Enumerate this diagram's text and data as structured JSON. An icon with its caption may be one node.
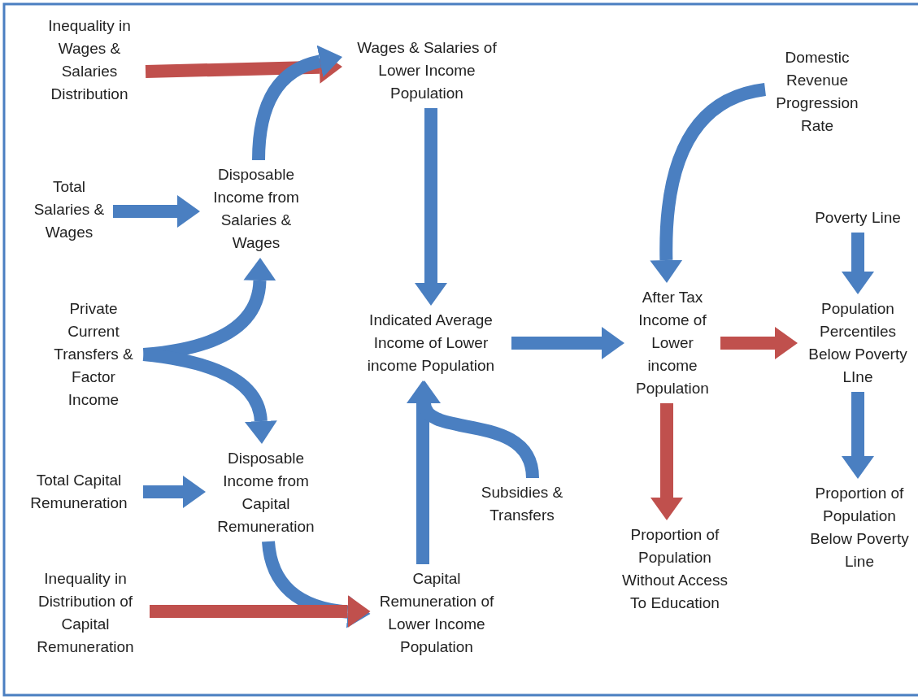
{
  "diagram": {
    "nodes": [
      {
        "text": [
          "Inequality in Wages & Salaries Distribution"
        ]
      },
      {
        "text": [
          "Wages & Salaries of Lower Income Population"
        ]
      },
      {
        "text": [
          "Domestic Revenue Progression Rate"
        ]
      },
      {
        "text": [
          "Total Salaries & Wages"
        ]
      },
      {
        "text": [
          "Disposable Income from Salaries & Wages"
        ]
      },
      {
        "text": [
          "Poverty Line"
        ]
      },
      {
        "text": [
          "Private Current Transfers & Factor Income"
        ]
      },
      {
        "text": [
          "Indicated Average Income of Lower income Population"
        ]
      },
      {
        "text": [
          "After Tax Income of Lower income Population"
        ]
      },
      {
        "text": [
          "Population Percentiles Below Poverty LIne"
        ]
      },
      {
        "text": [
          "Total Capital Remuneration"
        ]
      },
      {
        "text": [
          "Disposable Income from Capital Remuneration"
        ]
      },
      {
        "text": [
          "Subsidies & Transfers"
        ]
      },
      {
        "text": [
          "Proportion of Population Without Access To Education"
        ]
      },
      {
        "text": [
          "Proportion of Population Below Poverty Line"
        ]
      },
      {
        "text": [
          "Capital Remuneration of Lower Income Population"
        ]
      },
      {
        "text": [
          "Inequality in Distribution of Capital Remuneration"
        ]
      }
    ],
    "edges": [
      {
        "from": 0,
        "to": 1,
        "arrow": "to",
        "color": "#c0504d"
      },
      {
        "from": 4,
        "to": 1,
        "arrow": "to"
      },
      {
        "from": 3,
        "to": 4,
        "arrow": "to"
      },
      {
        "from": 6,
        "to": 4,
        "arrow": "to"
      },
      {
        "from": 6,
        "to": 11,
        "arrow": "to"
      },
      {
        "from": 1,
        "to": 7,
        "arrow": "to"
      },
      {
        "from": 10,
        "to": 11,
        "arrow": "to"
      },
      {
        "from": 11,
        "to": 15,
        "arrow": "to"
      },
      {
        "from": 16,
        "to": 15,
        "arrow": "to",
        "color": "#c0504d"
      },
      {
        "from": 15,
        "to": 7,
        "arrow": "to"
      },
      {
        "from": 12,
        "to": 7,
        "arrow": "to"
      },
      {
        "from": 7,
        "to": 8,
        "arrow": "to"
      },
      {
        "from": 2,
        "to": 8,
        "arrow": "to"
      },
      {
        "from": 8,
        "to": 9,
        "arrow": "to",
        "color": "#c0504d"
      },
      {
        "from": 8,
        "to": 13,
        "arrow": "to",
        "color": "#c0504d"
      },
      {
        "from": 5,
        "to": 9,
        "arrow": "to"
      },
      {
        "from": 9,
        "to": 14,
        "arrow": "to"
      }
    ]
  }
}
